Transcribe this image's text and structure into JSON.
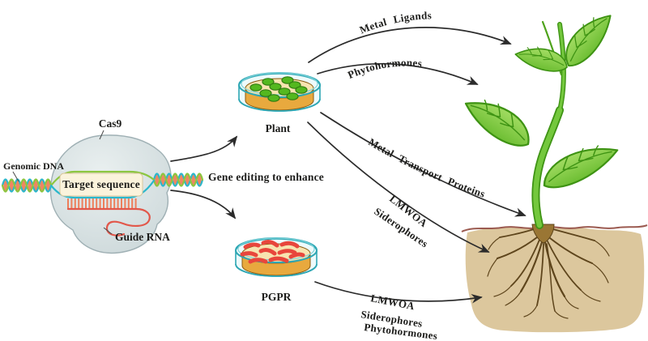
{
  "diagram": {
    "cas9_complex": {
      "cas9_label": "Cas9",
      "genomic_dna_label": "Genomic DNA",
      "target_sequence_label": "Target sequence",
      "guide_rna_label": "Guide RNA"
    },
    "gene_editing_label": "Gene editing to enhance",
    "plant_dish_label": "Plant",
    "pgpr_dish_label": "PGPR",
    "plant_arrows": {
      "metal_ligands": "Metal Ligands",
      "phytohormones": "Phytohormones",
      "metal_transport_proteins": "Metal Transport Proteins",
      "lmwoa": "LMWOA",
      "siderophores": "Siderophores"
    },
    "pgpr_arrow": {
      "lmwoa": "LMWOA",
      "siderophores": "Siderophores",
      "phytohormones": "Phytohormones"
    },
    "colors": {
      "arrow": "#2b2b2b",
      "text": "#1d1d1b",
      "cas9_body": "#DCE4E6",
      "dna_strand_green": "#8CC63F",
      "dna_strand_cyan": "#2BB7CC",
      "dna_base_pair": "#EF8663",
      "guide_rna_red": "#E2574A",
      "dish_glass_teal": "#2EA7B4",
      "agar_top": "#F7E4B0",
      "agar_side": "#E8A93E",
      "callus_green": "#54B81F",
      "bacteria_red": "#E8463C",
      "leaf_green": "#7FCB3F",
      "leaf_outline": "#3E9313",
      "soil": "#DCC79D",
      "soil_surface_line": "#9B5A50",
      "root_brown": "#5E451C"
    }
  }
}
